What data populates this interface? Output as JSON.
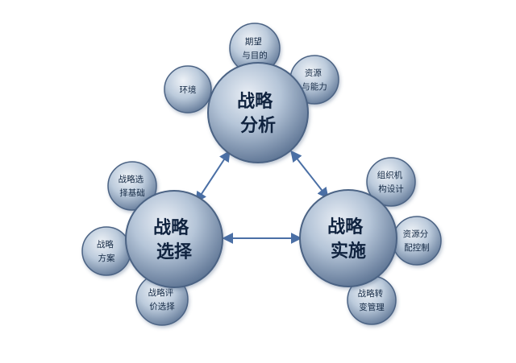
{
  "diagram": {
    "main_nodes": {
      "analysis": [
        "战略",
        "分析"
      ],
      "choice": [
        "战略",
        "选择"
      ],
      "implementation": [
        "战略",
        "实施"
      ]
    },
    "sub_nodes": {
      "environment": [
        "环境"
      ],
      "expectation": [
        "期望",
        "与目的"
      ],
      "resources": [
        "资源",
        "与能力"
      ],
      "choice_basis": [
        "战略选",
        "择基础"
      ],
      "plan": [
        "战略",
        "方案"
      ],
      "evaluation": [
        "战略评",
        "价选择"
      ],
      "org_design": [
        "组织机",
        "构设计"
      ],
      "resource_allocation": [
        "资源分",
        "配控制"
      ],
      "change_management": [
        "战略转",
        "变管理"
      ]
    },
    "colors": {
      "node_light": "#dfe6ef",
      "node_mid": "#9fb3cb",
      "node_dark": "#5f7594",
      "node_stroke": "#4c6384",
      "arrow": "#4a6fa5",
      "text": "#10233f"
    }
  }
}
